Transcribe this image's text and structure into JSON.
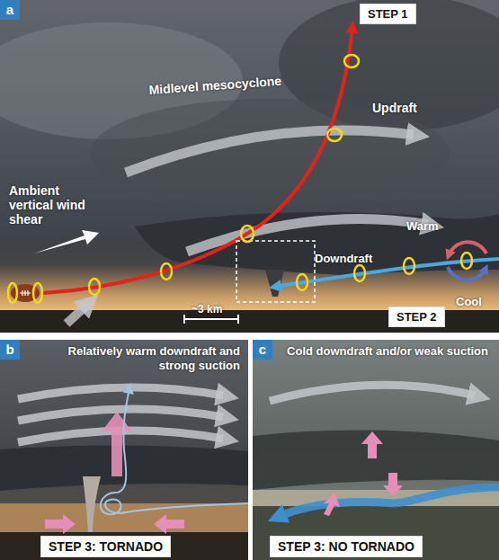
{
  "diagram": {
    "nodes": [
      {
        "text": [
          "a"
        ]
      },
      {
        "text": [
          "STEP 1"
        ]
      },
      {
        "text": [
          "STEP 2"
        ]
      },
      {
        "text": [
          "b"
        ]
      },
      {
        "text": [
          "STEP 3: TORNADO"
        ]
      },
      {
        "text": [
          "c"
        ]
      },
      {
        "text": [
          "STEP 3: NO TORNADO"
        ]
      }
    ],
    "labels": [
      "Updraft",
      "Midlevel mesocyclone",
      "Ambient vertical wind shear",
      "Warm",
      "Downdraft",
      "Cool",
      "~3 km",
      "Relatively warm downdraft and strong suction",
      "Cold downdraft and/or weak suction"
    ]
  }
}
